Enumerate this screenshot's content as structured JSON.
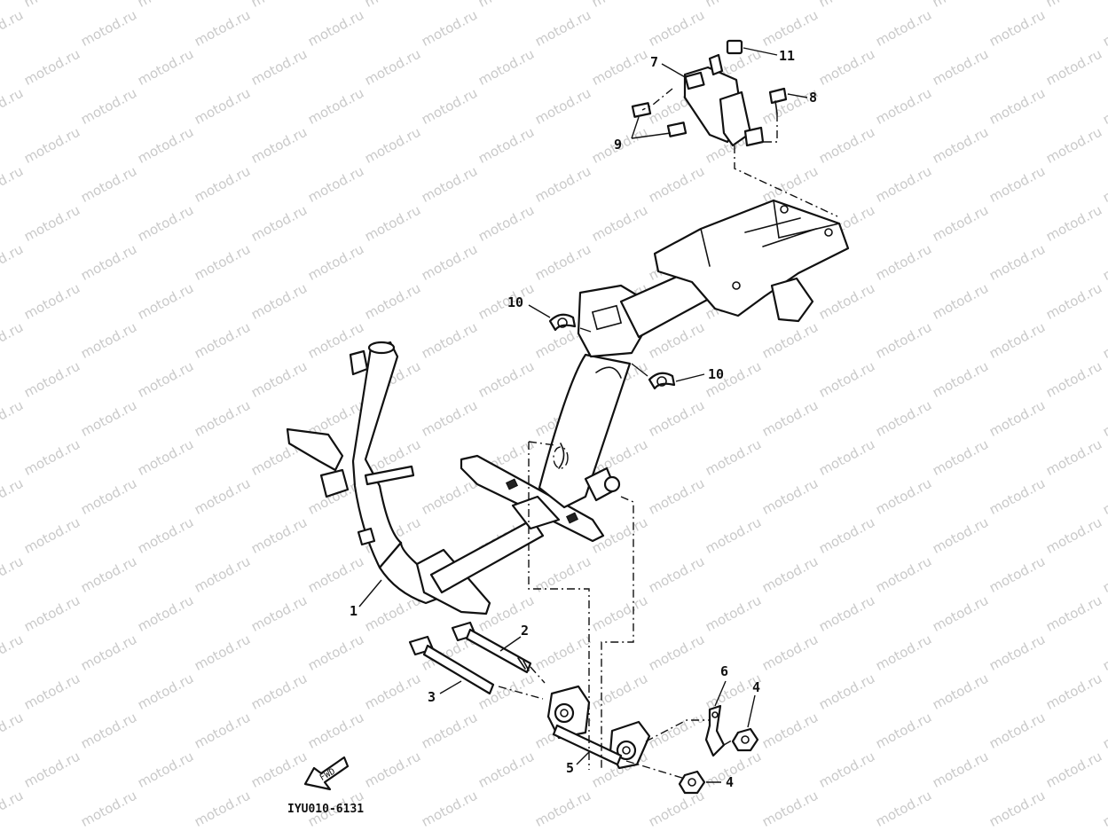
{
  "watermark": {
    "text": "motod.ru",
    "color": "#c9c9c9"
  },
  "diagram": {
    "code": "IYU010-6131",
    "fwd_label": "FWD",
    "callouts": {
      "c1": "1",
      "c2": "2",
      "c3": "3",
      "c4a": "4",
      "c4b": "4",
      "c5": "5",
      "c6": "6",
      "c7": "7",
      "c8": "8",
      "c9": "9",
      "c10a": "10",
      "c10b": "10",
      "c11": "11"
    }
  }
}
